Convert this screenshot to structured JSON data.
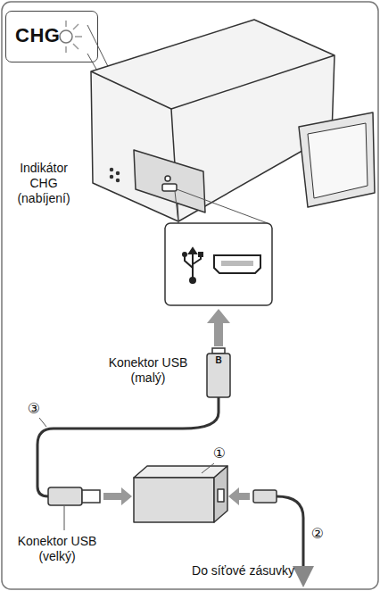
{
  "diagram": {
    "nodes": [
      {
        "text": [
          "CHG"
        ]
      }
    ],
    "labels": [
      "Indikátor CHG (nabíjení)",
      "Konektor USB (malý)",
      "B",
      "③",
      "①",
      "Konektor USB (velký)",
      "②",
      "Do síťové zásuvky"
    ]
  }
}
